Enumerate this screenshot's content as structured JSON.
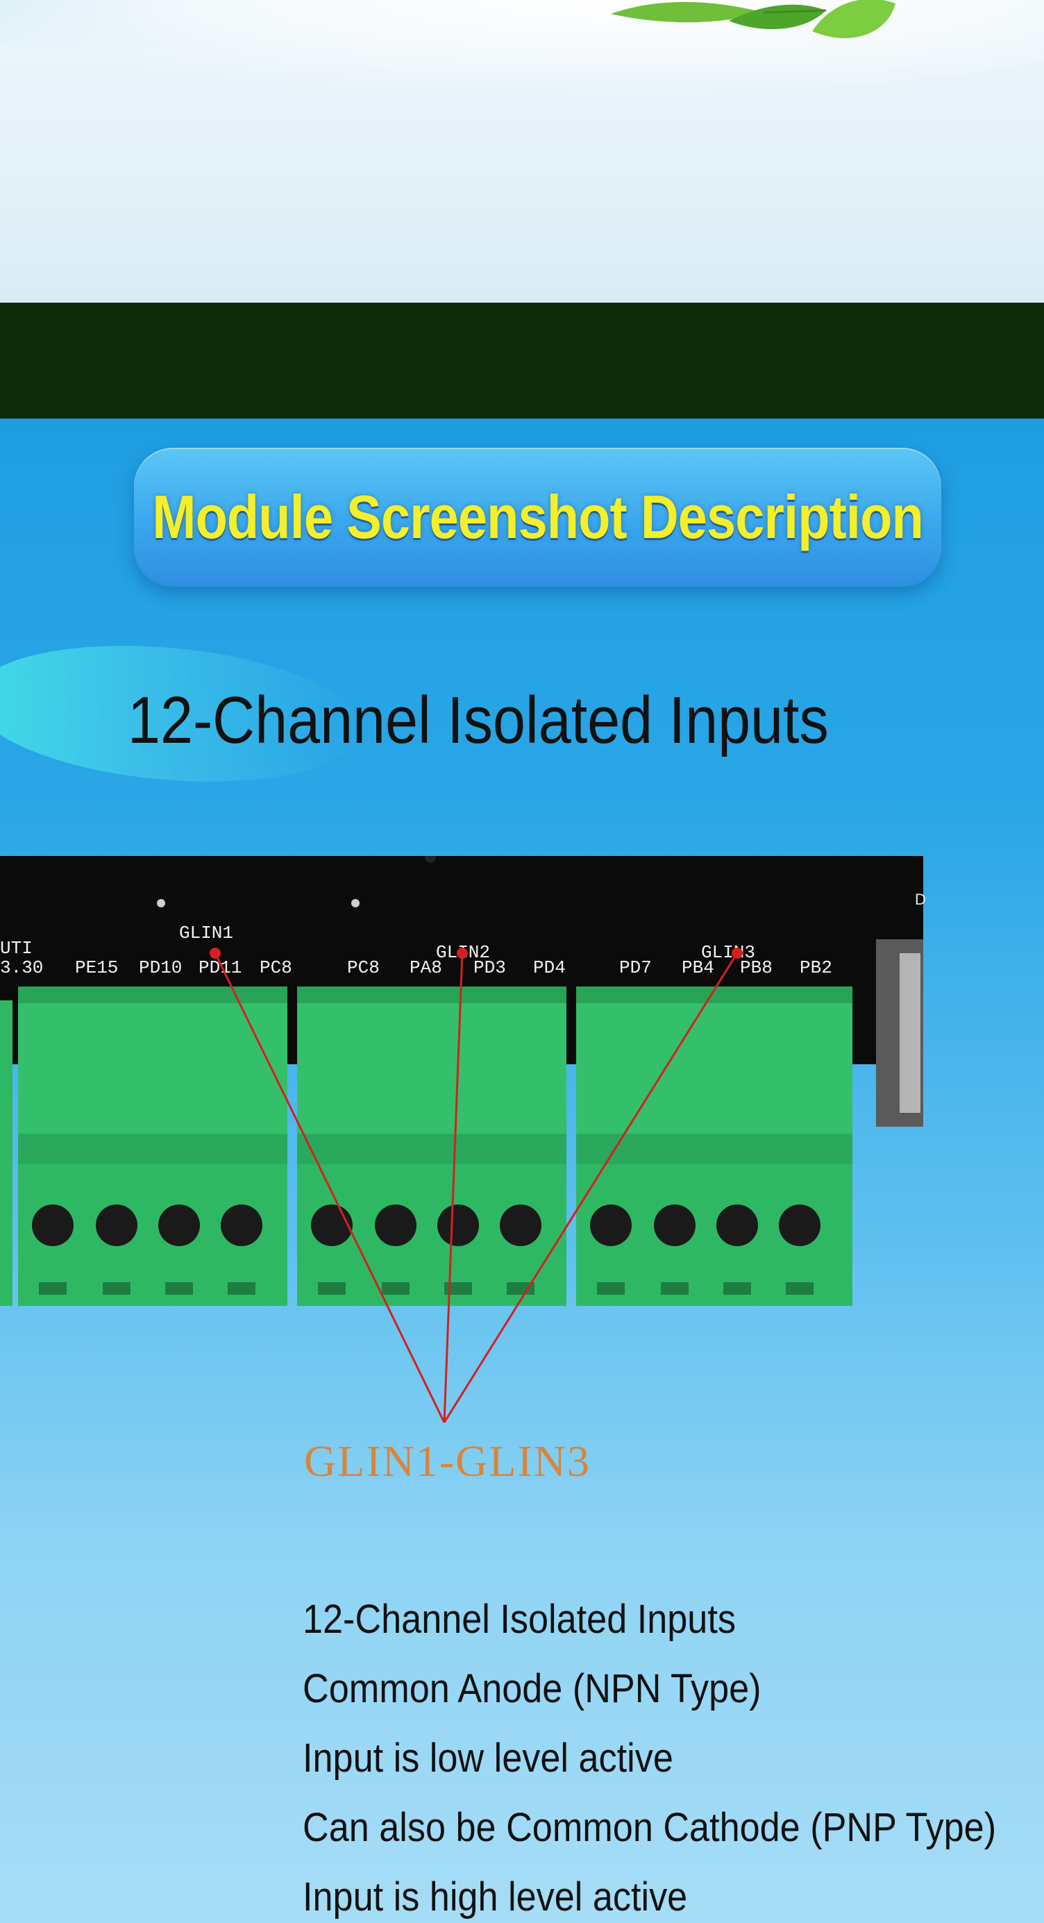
{
  "header": {
    "title": "Module Screenshot Description"
  },
  "section": {
    "subtitle": "12-Channel Isolated Inputs"
  },
  "board": {
    "pin_labels": [
      "UTI",
      "3.30",
      "PE15",
      "PD10",
      "PD11",
      "PC8",
      "PC8",
      "PA8",
      "PD3",
      "PD4",
      "PD7",
      "PB4",
      "PB8",
      "PB2"
    ],
    "group_labels": [
      "GLIN1",
      "GLIN2",
      "GLIN3"
    ]
  },
  "caption": "GLIN1-GLIN3",
  "features": [
    "12-Channel Isolated Inputs",
    "Common Anode (NPN Type)",
    "Input is low level active",
    "Can also be Common Cathode (PNP Type)",
    "Input is high level active"
  ],
  "colors": {
    "title_text": "#f4ef2a",
    "caption_text": "#d9853c",
    "terminal_green": "#2fb864",
    "pcb_black": "#0b0b0b",
    "annotation_line": "#d42020"
  }
}
